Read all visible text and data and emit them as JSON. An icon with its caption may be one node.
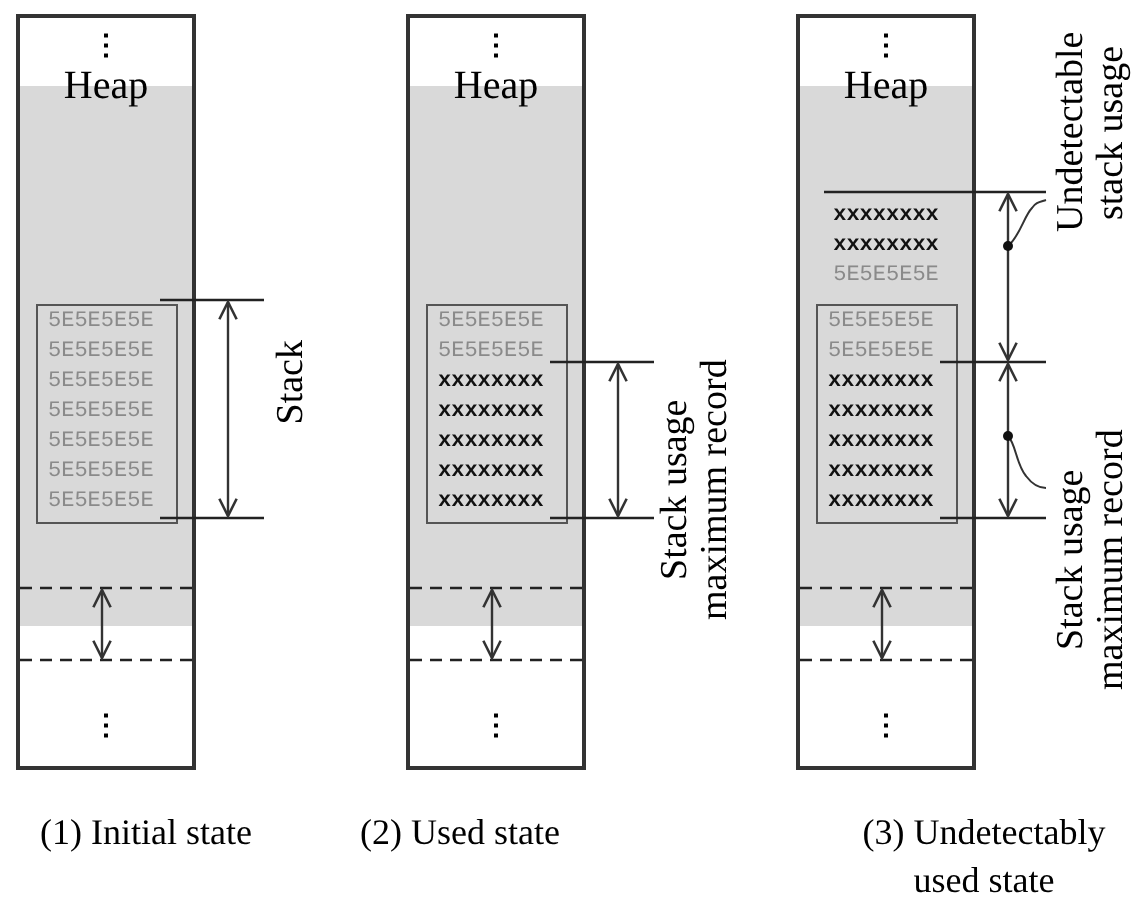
{
  "diagram": {
    "nodes": [
      {
        "text": [
          "⋮",
          "Heap",
          "⋮"
        ]
      },
      {
        "text": [
          "5E5E5E5E",
          "5E5E5E5E",
          "5E5E5E5E",
          "5E5E5E5E",
          "5E5E5E5E",
          "5E5E5E5E",
          "5E5E5E5E"
        ],
        "in": 0
      },
      {
        "text": [
          "⋮",
          "Heap",
          "⋮"
        ]
      },
      {
        "text": [
          "5E5E5E5E",
          "5E5E5E5E",
          "xxxxxxxx",
          "xxxxxxxx",
          "xxxxxxxx",
          "xxxxxxxx",
          "xxxxxxxx"
        ],
        "in": 2
      },
      {
        "text": [
          "⋮",
          "Heap",
          "xxxxxxxx",
          "xxxxxxxx",
          "5E5E5E5E",
          "⋮"
        ]
      },
      {
        "text": [
          "5E5E5E5E",
          "5E5E5E5E",
          "xxxxxxxx",
          "xxxxxxxx",
          "xxxxxxxx",
          "xxxxxxxx",
          "xxxxxxxx"
        ],
        "in": 4
      }
    ],
    "labels": [
      "Stack",
      "Stack usage maximum record",
      "Undetectable stack usage",
      "Stack usage maximum record",
      "(1) Initial state",
      "(2) Used state",
      "(3) Undetectably used state"
    ]
  }
}
